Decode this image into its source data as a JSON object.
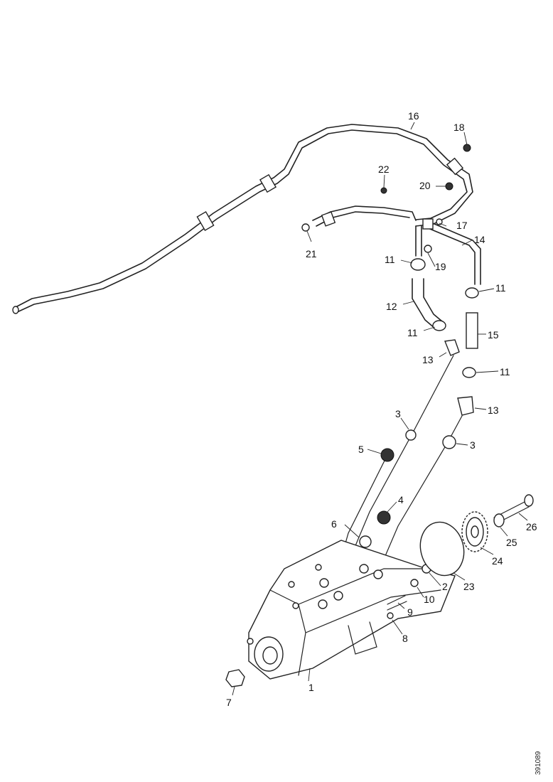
{
  "callouts": {
    "c1": "1",
    "c2": "2",
    "c3a": "3",
    "c3b": "3",
    "c4": "4",
    "c5": "5",
    "c6": "6",
    "c7": "7",
    "c8": "8",
    "c9": "9",
    "c10": "10",
    "c11a": "11",
    "c11b": "11",
    "c11c": "11",
    "c11d": "11",
    "c12": "12",
    "c13a": "13",
    "c13b": "13",
    "c14": "14",
    "c15": "15",
    "c16": "16",
    "c17": "17",
    "c18": "18",
    "c19": "19",
    "c20": "20",
    "c21": "21",
    "c22": "22",
    "c23": "23",
    "c24": "24",
    "c25": "25",
    "c26": "26"
  },
  "drawing_code": "391089"
}
